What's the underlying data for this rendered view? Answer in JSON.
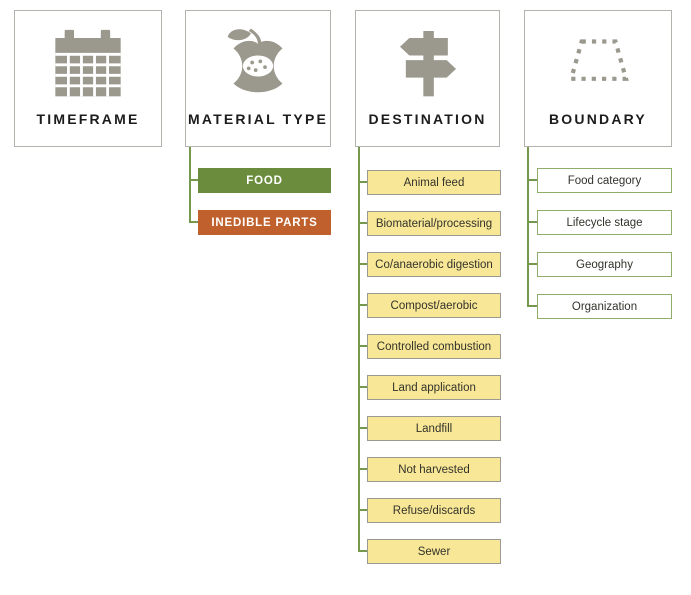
{
  "diagram": {
    "columns": [
      {
        "id": "timeframe",
        "label": "TIMEFRAME",
        "icon": "calendar-icon",
        "items": []
      },
      {
        "id": "material-type",
        "label": "MATERIAL TYPE",
        "icon": "apple-core-icon",
        "items": [
          {
            "label": "FOOD",
            "color": "#6b8c3d",
            "text_color": "#ffffff"
          },
          {
            "label": "INEDIBLE PARTS",
            "color": "#c0602c",
            "text_color": "#ffffff"
          }
        ]
      },
      {
        "id": "destination",
        "label": "DESTINATION",
        "icon": "signpost-icon",
        "items": [
          {
            "label": "Animal feed"
          },
          {
            "label": "Biomaterial/processing"
          },
          {
            "label": "Co/anaerobic digestion"
          },
          {
            "label": "Compost/aerobic"
          },
          {
            "label": "Controlled combustion"
          },
          {
            "label": "Land application"
          },
          {
            "label": "Landfill"
          },
          {
            "label": "Not harvested"
          },
          {
            "label": "Refuse/discards"
          },
          {
            "label": "Sewer"
          }
        ]
      },
      {
        "id": "boundary",
        "label": "BOUNDARY",
        "icon": "boundary-trapezoid-icon",
        "items": [
          {
            "label": "Food category"
          },
          {
            "label": "Lifecycle stage"
          },
          {
            "label": "Geography"
          },
          {
            "label": "Organization"
          }
        ]
      }
    ],
    "colors": {
      "icon_gray": "#9b998e",
      "header_border_gray": "#b3b3ad",
      "connector_green": "#76984c",
      "food_green": "#6b8c3d",
      "inedible_orange": "#c0602c",
      "destination_yellow_fill": "#f8e796",
      "destination_border_gray": "#9a9a90",
      "boundary_border_green": "#8fac6b",
      "node_text": "#33332c",
      "header_text": "#1c1c1c"
    }
  }
}
